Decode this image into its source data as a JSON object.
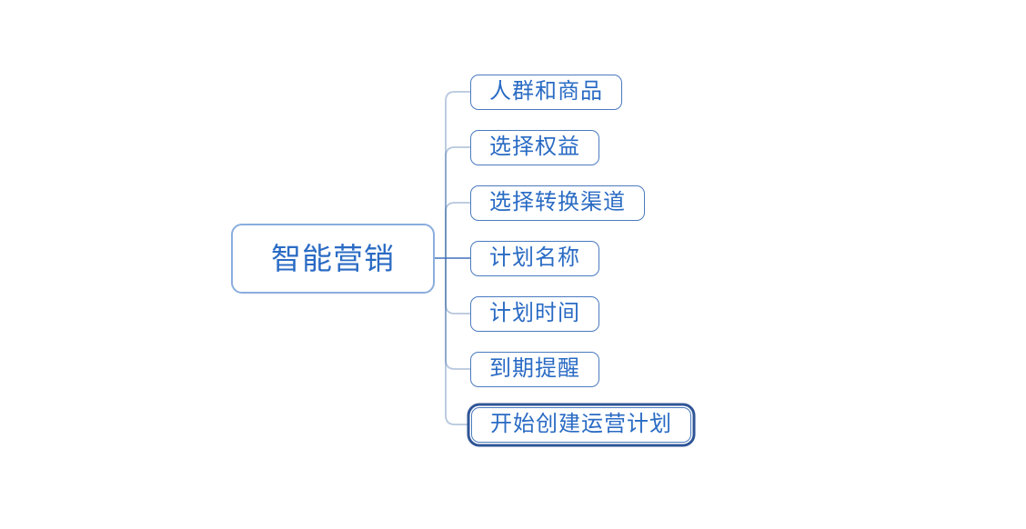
{
  "mindmap": {
    "root": {
      "label": "智能营销"
    },
    "children": [
      {
        "label": "人群和商品",
        "selected": false
      },
      {
        "label": "选择权益",
        "selected": false
      },
      {
        "label": "选择转换渠道",
        "selected": false
      },
      {
        "label": "计划名称",
        "selected": false
      },
      {
        "label": "计划时间",
        "selected": false
      },
      {
        "label": "到期提醒",
        "selected": false
      },
      {
        "label": "开始创建运营计划",
        "selected": true
      }
    ],
    "colors": {
      "background": "#ffffff",
      "text": "#2a6bc4",
      "root_border": "#8aadde",
      "child_border": "#4a7abf",
      "connector": "#2f5f9e",
      "selected_outline": "#2f5597"
    }
  }
}
